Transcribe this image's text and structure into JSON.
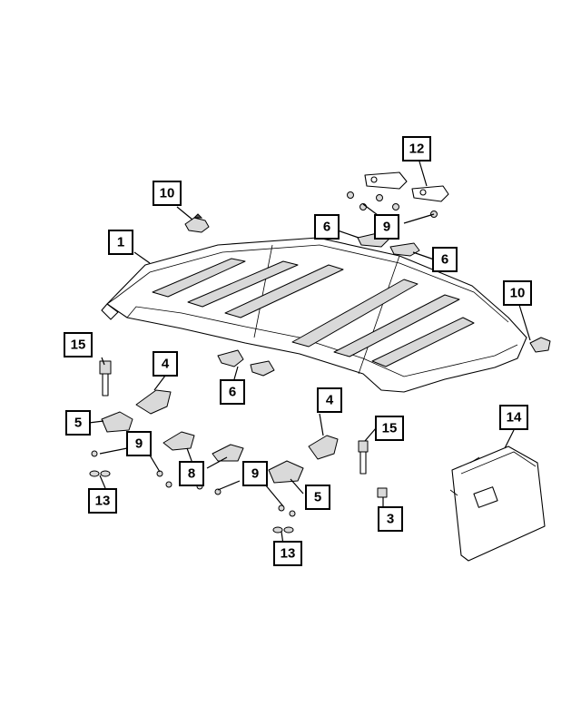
{
  "colors": {
    "line": "#000000",
    "background": "#ffffff",
    "shade": "#d9d9d9"
  },
  "callouts": {
    "c1": "1",
    "c3": "3",
    "c4a": "4",
    "c4b": "4",
    "c5a": "5",
    "c5b": "5",
    "c6a": "6",
    "c6b": "6",
    "c6c": "6",
    "c8": "8",
    "c9a": "9",
    "c9b": "9",
    "c9c": "9",
    "c10a": "10",
    "c10b": "10",
    "c12": "12",
    "c13a": "13",
    "c13b": "13",
    "c14": "14",
    "c15a": "15",
    "c15b": "15"
  }
}
